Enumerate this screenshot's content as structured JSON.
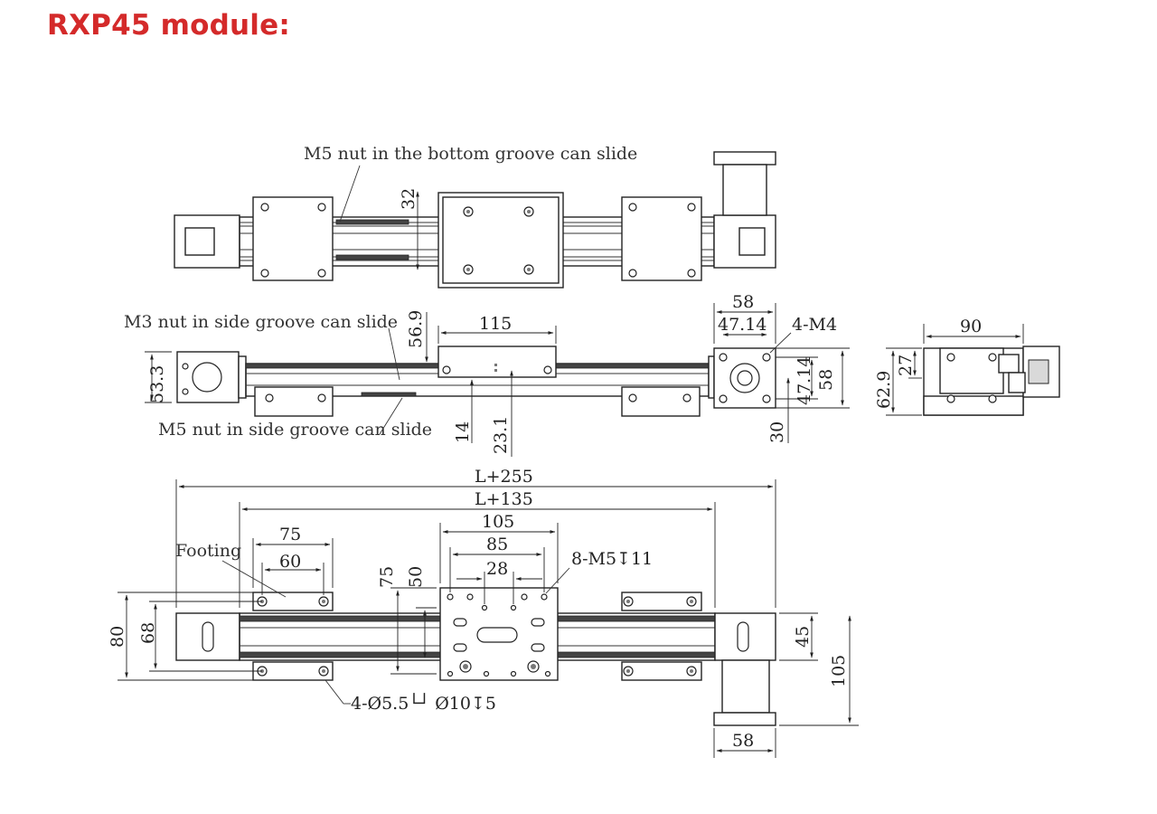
{
  "title": "RXP45 module:",
  "annotations": {
    "bottom_groove": "M5 nut in the bottom groove can slide",
    "side_groove_m3": "M3 nut in side groove can slide",
    "side_groove_m5": "M5 nut in side groove can slide",
    "footing": "Footing",
    "mount_holes": "8-M5↧11",
    "foot_holes": "4-Ø5.5└┘ Ø10↧5",
    "motor_threads": "4-M4"
  },
  "dims": {
    "top_32": "32",
    "side_56_9": "56.9",
    "side_115": "115",
    "side_53_3": "53.3",
    "side_14": "14",
    "side_23_1": "23.1",
    "side_58": "58",
    "side_47_14_h": "47.14",
    "side_47_14_v": "47.14",
    "side_58_v": "58",
    "side_30": "30",
    "end_90": "90",
    "end_62_9": "62.9",
    "end_27": "27",
    "plan_L255": "L+255",
    "plan_L135": "L+135",
    "plan_105": "105",
    "plan_85": "85",
    "plan_28": "28",
    "plan_75": "75",
    "plan_60": "60",
    "plan_75_v": "75",
    "plan_50_v": "50",
    "plan_80": "80",
    "plan_68": "68",
    "plan_45": "45",
    "plan_105_v": "105",
    "plan_58": "58"
  },
  "colors": {
    "title": "#d42a2a",
    "line": "#222222"
  }
}
